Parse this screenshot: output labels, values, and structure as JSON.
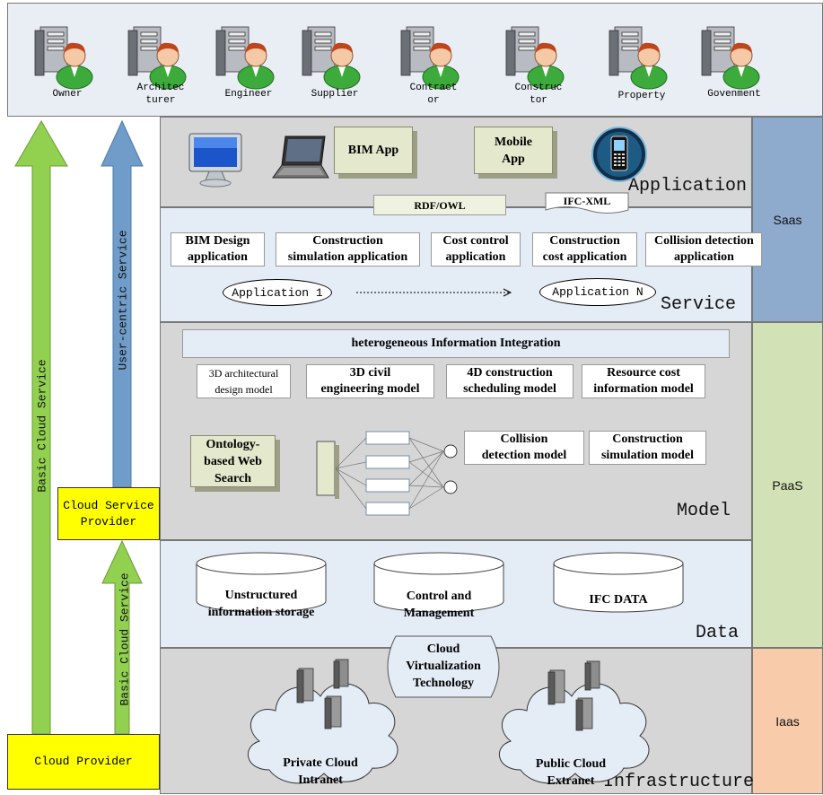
{
  "users": [
    {
      "label": "Owner"
    },
    {
      "label": "Architec\nturer"
    },
    {
      "label": "Engineer"
    },
    {
      "label": "Supplier"
    },
    {
      "label": "Contract\nor"
    },
    {
      "label": "Construc\ntor"
    },
    {
      "label": "Property"
    },
    {
      "label": "Govenment"
    }
  ],
  "layers": {
    "application": "Application",
    "service": "Service",
    "model": "Model",
    "data": "Data",
    "infrastructure": "Infrastructure"
  },
  "side_labels": {
    "saas": "Saas",
    "paas": "PaaS",
    "iaas": "Iaas"
  },
  "side_colors": {
    "saas": "#8eaacc",
    "paas": "#d3e2b6",
    "iaas": "#f8ccaa"
  },
  "application": {
    "bim_app": "BIM App",
    "mobile_app": "Mobile\nApp",
    "rdf_owl": "RDF/OWL",
    "ifc_xml": "IFC-XML"
  },
  "service": {
    "apps": [
      "BIM Design\napplication",
      "Construction\nsimulation application",
      "Cost control\napplication",
      "Construction\ncost application",
      "Collision detection\napplication"
    ],
    "app_first": "Application 1",
    "app_last": "Application N"
  },
  "model": {
    "integration": "heterogeneous Information Integration",
    "arch_model": "3D architectural\ndesign model",
    "civil_model": "3D civil\nengineering model",
    "schedule_model": "4D construction\nscheduling model",
    "cost_model": "Resource cost\ninformation model",
    "ontology": "Ontology-\nbased Web\nSearch",
    "collision_model": "Collision\ndetection model",
    "simulation_model": "Construction\nsimulation model"
  },
  "data": {
    "unstructured": "Unstructured\ninformation storage",
    "control": "Control and\nManagement",
    "ifc_data": "IFC DATA"
  },
  "infrastructure": {
    "virtualization": "Cloud\nVirtualization\nTechnology",
    "private_cloud": "Private Cloud\nIntranet",
    "public_cloud": "Public Cloud\nExtranet"
  },
  "left": {
    "basic_cloud_service": "Basic Cloud Service",
    "user_centric_service": "User-centric Service",
    "basic_cloud_service_2": "Basic Cloud Service",
    "cloud_service_provider": "Cloud Service\nProvider",
    "cloud_provider": "Cloud Provider"
  },
  "colors": {
    "green_arrow": "#92d050",
    "blue_arrow": "#6f9cc8",
    "yellow": "#ffff00",
    "band_gray": "#d6d6d6",
    "band_light": "#e4ecf6"
  }
}
